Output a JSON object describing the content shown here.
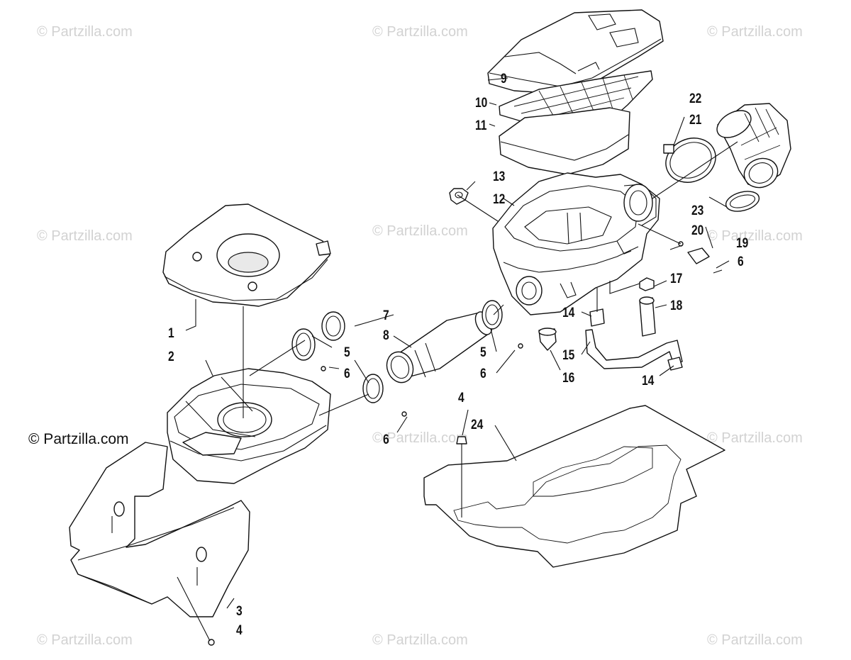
{
  "watermark": {
    "text": "© Partzilla.com",
    "main_text": "© Partzilla.com"
  },
  "callouts": [
    {
      "id": "c1",
      "label": "1"
    },
    {
      "id": "c2",
      "label": "2"
    },
    {
      "id": "c3",
      "label": "3"
    },
    {
      "id": "c4a",
      "label": "4"
    },
    {
      "id": "c4b",
      "label": "4"
    },
    {
      "id": "c5a",
      "label": "5"
    },
    {
      "id": "c5b",
      "label": "5"
    },
    {
      "id": "c6a",
      "label": "6"
    },
    {
      "id": "c6b",
      "label": "6"
    },
    {
      "id": "c6c",
      "label": "6"
    },
    {
      "id": "c6d",
      "label": "6"
    },
    {
      "id": "c7",
      "label": "7"
    },
    {
      "id": "c8",
      "label": "8"
    },
    {
      "id": "c9",
      "label": "9"
    },
    {
      "id": "c10",
      "label": "10"
    },
    {
      "id": "c11",
      "label": "11"
    },
    {
      "id": "c12",
      "label": "12"
    },
    {
      "id": "c13",
      "label": "13"
    },
    {
      "id": "c14a",
      "label": "14"
    },
    {
      "id": "c14b",
      "label": "14"
    },
    {
      "id": "c15",
      "label": "15"
    },
    {
      "id": "c16",
      "label": "16"
    },
    {
      "id": "c17",
      "label": "17"
    },
    {
      "id": "c18",
      "label": "18"
    },
    {
      "id": "c19",
      "label": "19"
    },
    {
      "id": "c20",
      "label": "20"
    },
    {
      "id": "c21",
      "label": "21"
    },
    {
      "id": "c22",
      "label": "22"
    },
    {
      "id": "c23",
      "label": "23"
    },
    {
      "id": "c24",
      "label": "24"
    }
  ]
}
